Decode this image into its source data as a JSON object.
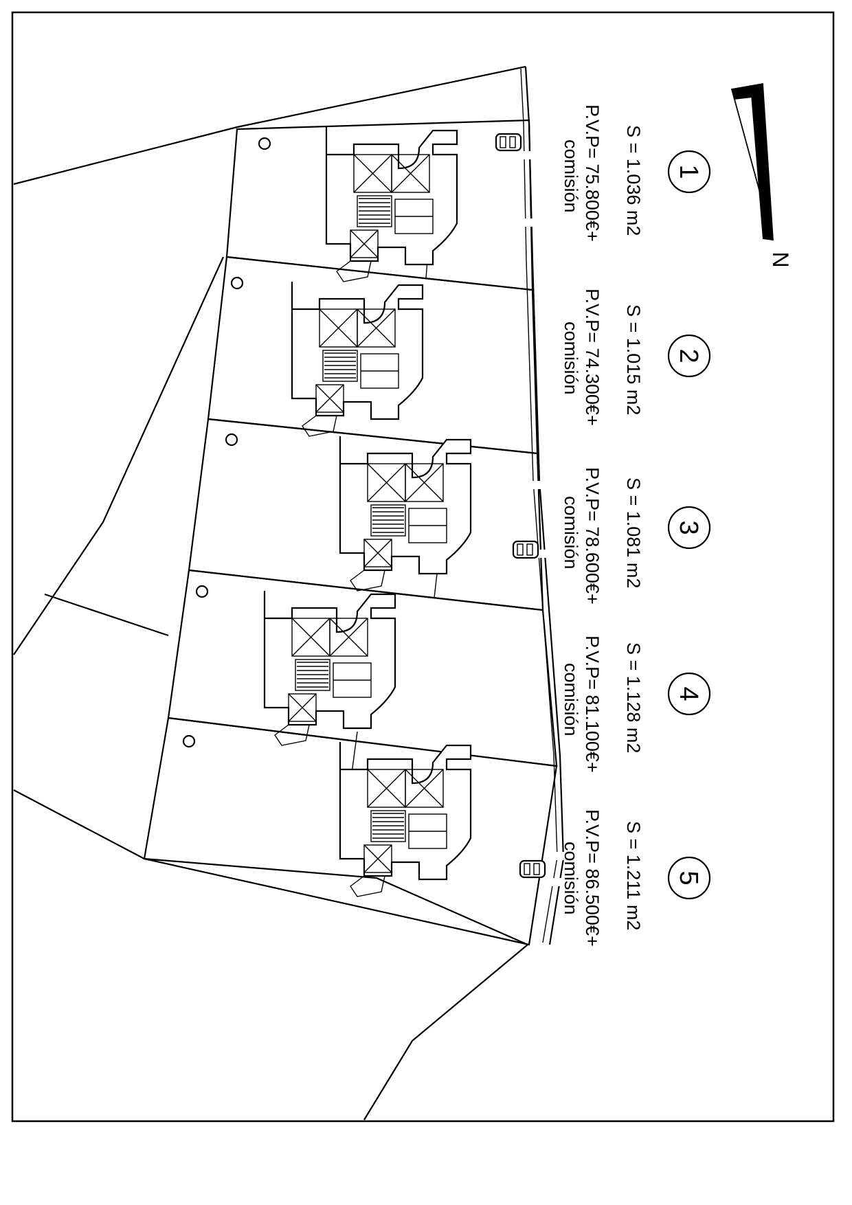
{
  "north_label": "N",
  "lots": [
    {
      "number": "1",
      "surface": "S = 1.036 m2",
      "price": "P.V.P= 75.800€+",
      "note": "comisión"
    },
    {
      "number": "2",
      "surface": "S = 1.015 m2",
      "price": "P.V.P= 74.300€+",
      "note": "comisión"
    },
    {
      "number": "3",
      "surface": "S = 1.081 m2",
      "price": "P.V.P= 78.600€+",
      "note": "comisión"
    },
    {
      "number": "4",
      "surface": "S = 1.128 m2",
      "price": "P.V.P= 81.100€+",
      "note": "comisión"
    },
    {
      "number": "5",
      "surface": "S = 1.211 m2",
      "price": "P.V.P= 86.500€+",
      "note": "comisión"
    }
  ]
}
